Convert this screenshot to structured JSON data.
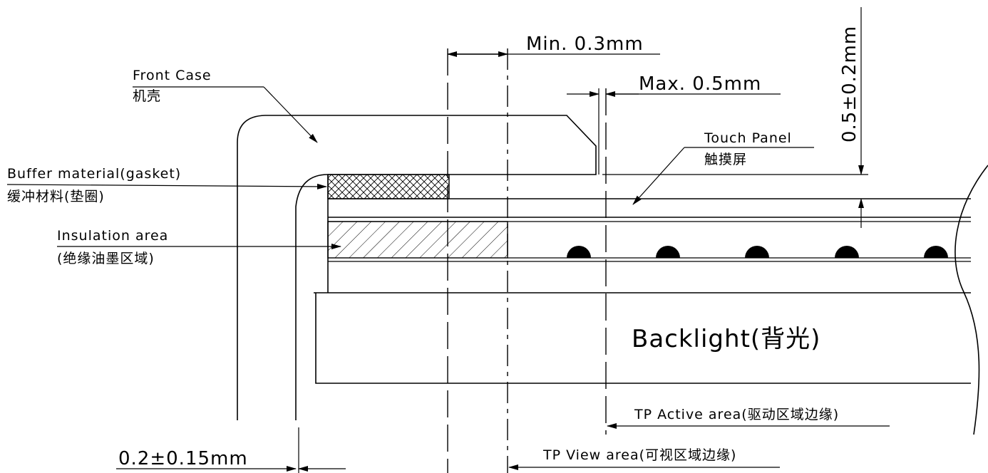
{
  "labels": {
    "front_case_en": "Front Case",
    "front_case_cn": "机壳",
    "buffer_en": "Buffer material(gasket)",
    "buffer_cn": "缓冲材料(垫圈)",
    "insulation_en": "Insulation area",
    "insulation_cn": "(绝缘油墨区域)",
    "touch_panel_en": "Touch Panel",
    "touch_panel_cn": "触摸屏",
    "backlight": "Backlight(背光)",
    "tp_active": "TP Active area(驱动区域边缘)",
    "tp_view": "TP View area(可视区域边缘)"
  },
  "dimensions": {
    "min_gap": "Min. 0.3mm",
    "max_gap": "Max. 0.5mm",
    "vertical_gap": "0.5±0.2mm",
    "side_gap": "0.2±0.15mm"
  },
  "colors": {
    "line": "#000000",
    "background": "#ffffff"
  }
}
